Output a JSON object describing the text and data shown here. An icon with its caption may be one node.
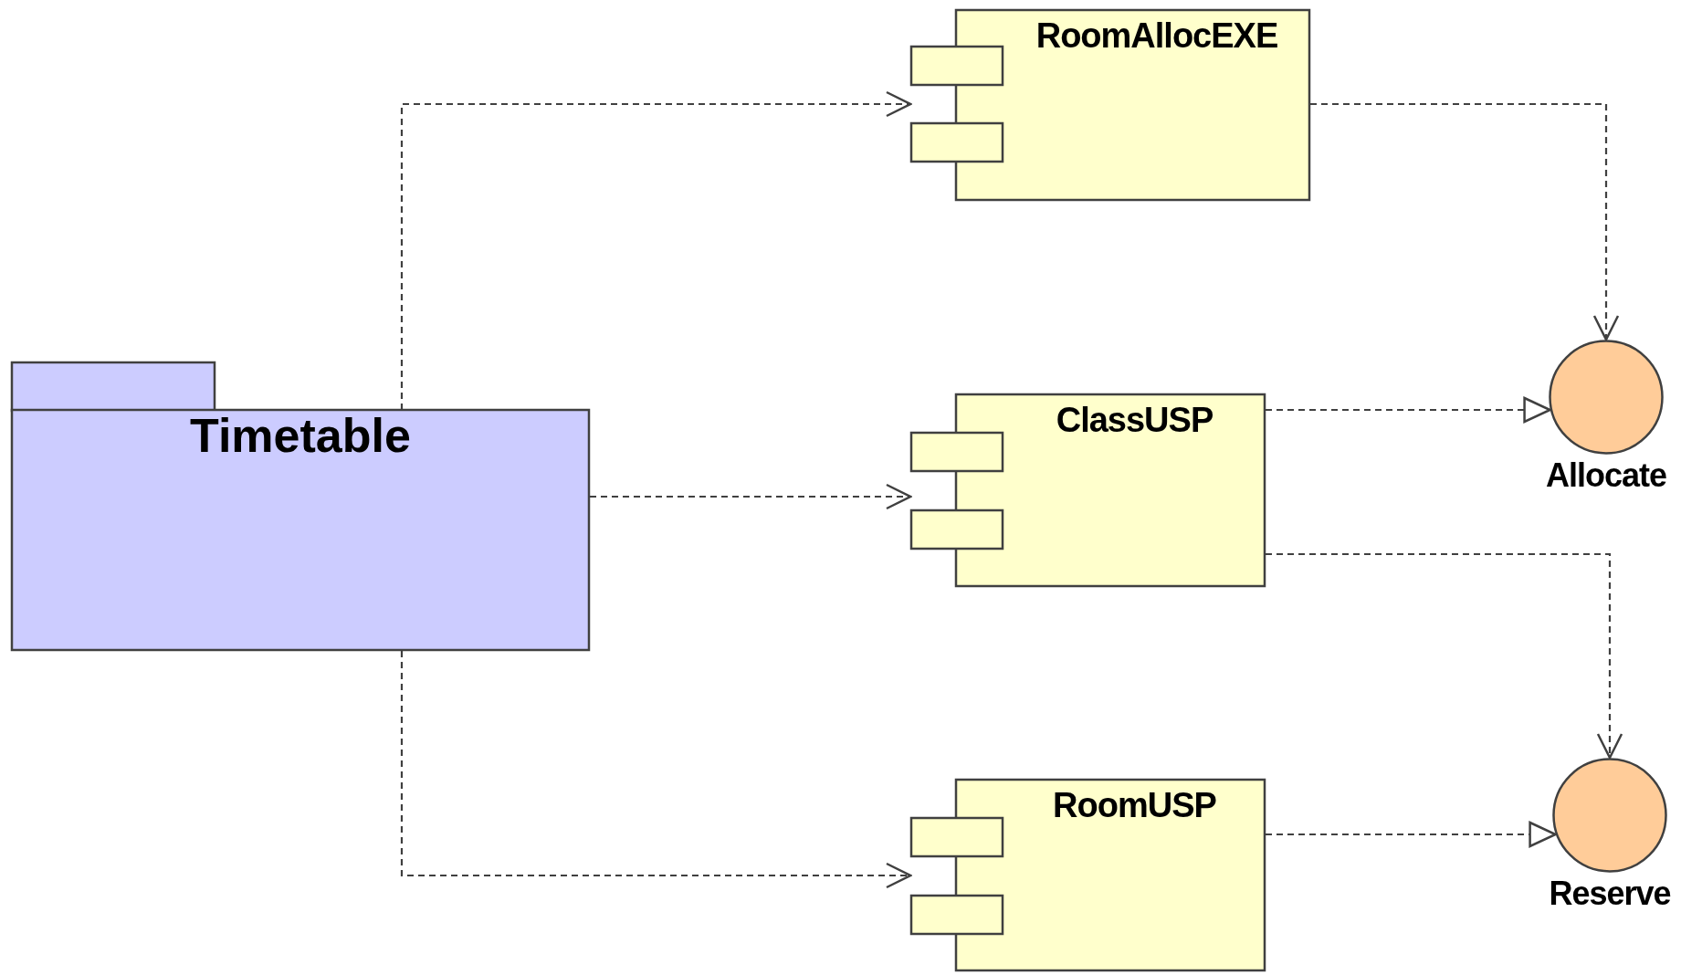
{
  "diagram": {
    "nodes": [
      {
        "text": [
          "RoomAllocEXE"
        ]
      },
      {
        "text": [
          "Timetable"
        ]
      },
      {
        "text": [
          "ClassUSP"
        ]
      },
      {
        "text": [
          "Allocate"
        ]
      },
      {
        "text": [
          "RoomUSP"
        ]
      },
      {
        "text": [
          "Reserve"
        ]
      }
    ],
    "edges": [
      {
        "from": 1,
        "to": 0,
        "arrow": "to",
        "style": "dashed"
      },
      {
        "from": 1,
        "to": 2,
        "arrow": "to",
        "style": "dashed"
      },
      {
        "from": 1,
        "to": 4,
        "arrow": "to",
        "style": "dashed"
      },
      {
        "from": 0,
        "to": 3,
        "arrow": "to",
        "style": "dashed"
      },
      {
        "from": 2,
        "to": 3,
        "arrow": "to",
        "style": "dashed"
      },
      {
        "from": 2,
        "to": 5,
        "arrow": "to",
        "style": "dashed"
      },
      {
        "from": 4,
        "to": 5,
        "arrow": "to",
        "style": "dashed"
      }
    ]
  }
}
